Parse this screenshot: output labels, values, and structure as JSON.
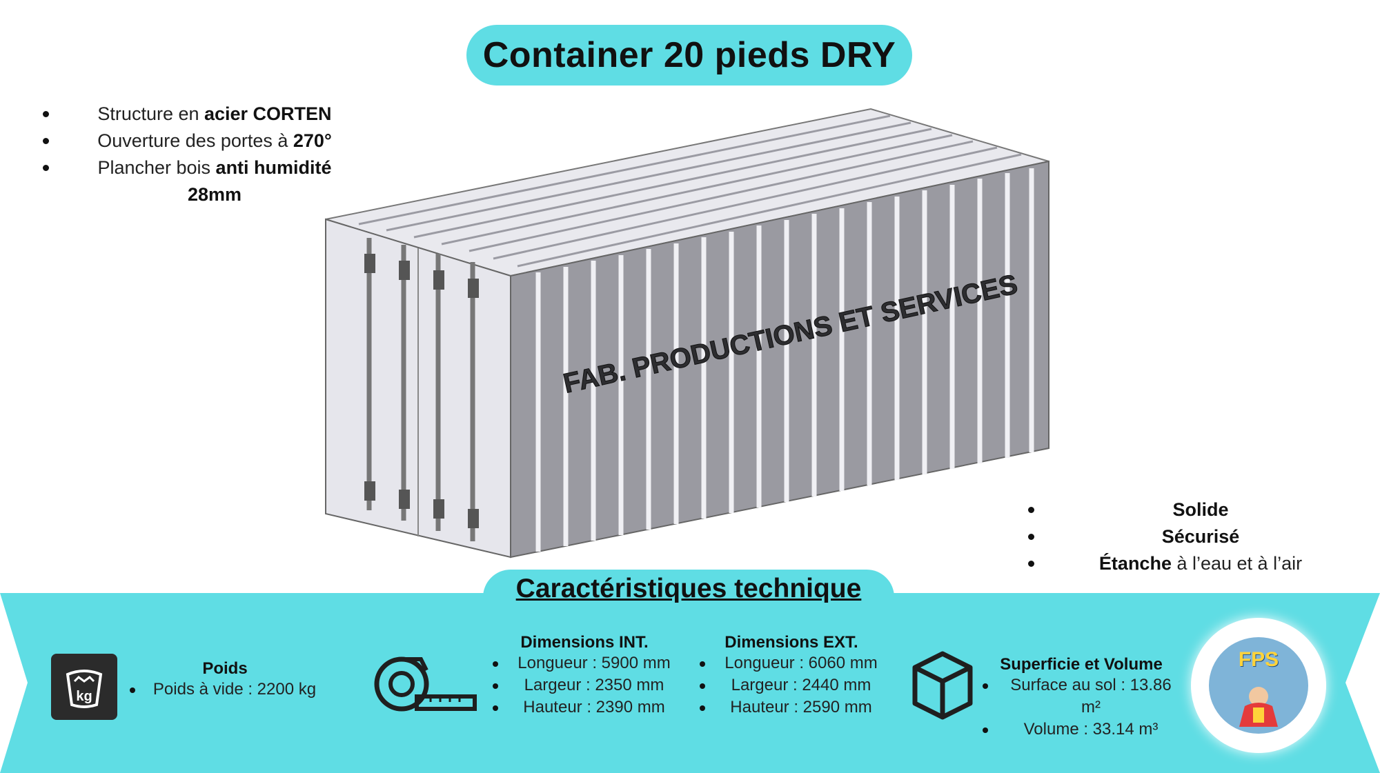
{
  "title": "Container 20 pieds DRY",
  "left_features": [
    {
      "before": "Structure en ",
      "bold": "acier CORTEN",
      "after": ""
    },
    {
      "before": "Ouverture des portes à ",
      "bold": "270°",
      "after": ""
    },
    {
      "before": "Plancher bois ",
      "bold": "anti humidité",
      "after": ""
    },
    {
      "before": "",
      "bold": "28mm",
      "after": ""
    }
  ],
  "right_features": [
    {
      "bold": "Solide",
      "after": ""
    },
    {
      "bold": "Sécurisé",
      "after": ""
    },
    {
      "bold": "Étanche",
      "after": " à l’eau et à l’air"
    }
  ],
  "container_label": "FAB. PRODUCTIONS ET SERVICES",
  "section_title": "Caractéristiques technique",
  "weight": {
    "header": "Poids",
    "items": [
      "Poids à vide :  2200 kg"
    ],
    "icon": "weight-kg-icon",
    "icon_text": "kg"
  },
  "dims_int": {
    "header": "Dimensions INT.",
    "items": [
      "Longueur : 5900 mm",
      "Largeur : 2350 mm",
      "Hauteur : 2390 mm"
    ]
  },
  "dims_ext": {
    "header": "Dimensions EXT.",
    "items": [
      "Longueur : 6060 mm",
      "Largeur : 2440 mm",
      "Hauteur : 2590 mm"
    ]
  },
  "surface": {
    "header": "Superficie et Volume",
    "items": [
      "Surface au sol : 13.86 m²",
      "Volume : 33.14 m³"
    ]
  },
  "logo": {
    "text": "FPS"
  },
  "colors": {
    "accent": "#5fdde4",
    "container_body": "#9a9aa1",
    "container_door": "#e6e6ec"
  }
}
